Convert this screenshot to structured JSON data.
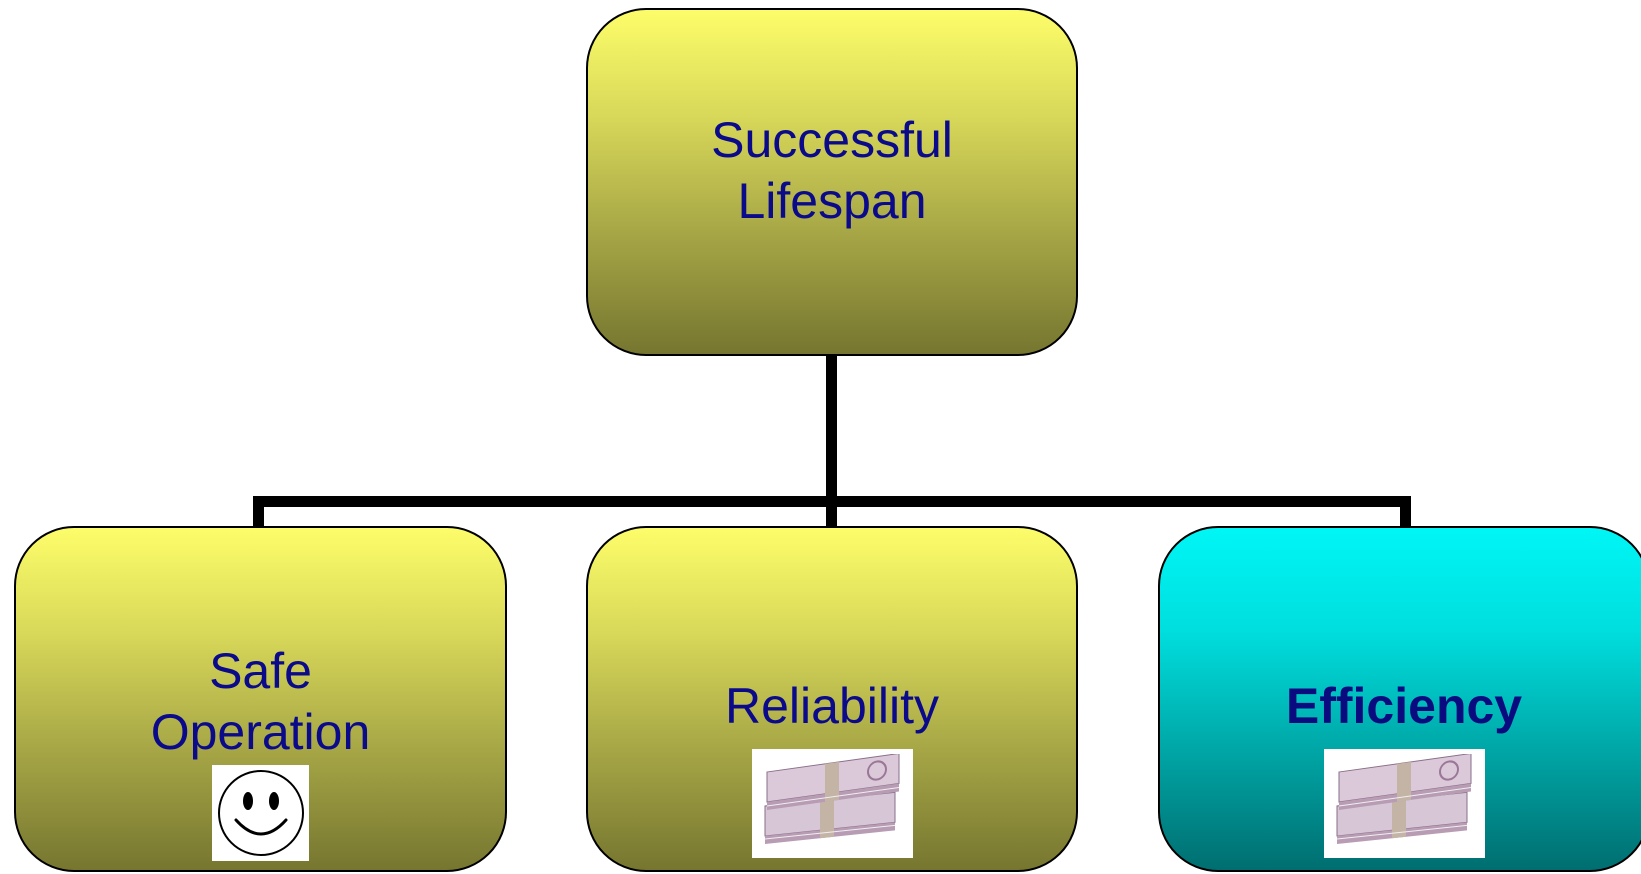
{
  "root": {
    "label_line1": "Successful",
    "label_line2": "Lifespan",
    "color": "#fdfd6a"
  },
  "children": [
    {
      "label_line1": "Safe",
      "label_line2": "Operation",
      "icon": "smiley-icon",
      "color": "#fdfd6a"
    },
    {
      "label": "Reliability",
      "icon": "euro-banknotes-image",
      "color": "#fdfd6a"
    },
    {
      "label": "Efficiency",
      "icon": "euro-banknotes-image",
      "color": "#00f6f6",
      "bold": true
    }
  ],
  "text_color": "#0a0a8a",
  "connector_color": "#000000"
}
